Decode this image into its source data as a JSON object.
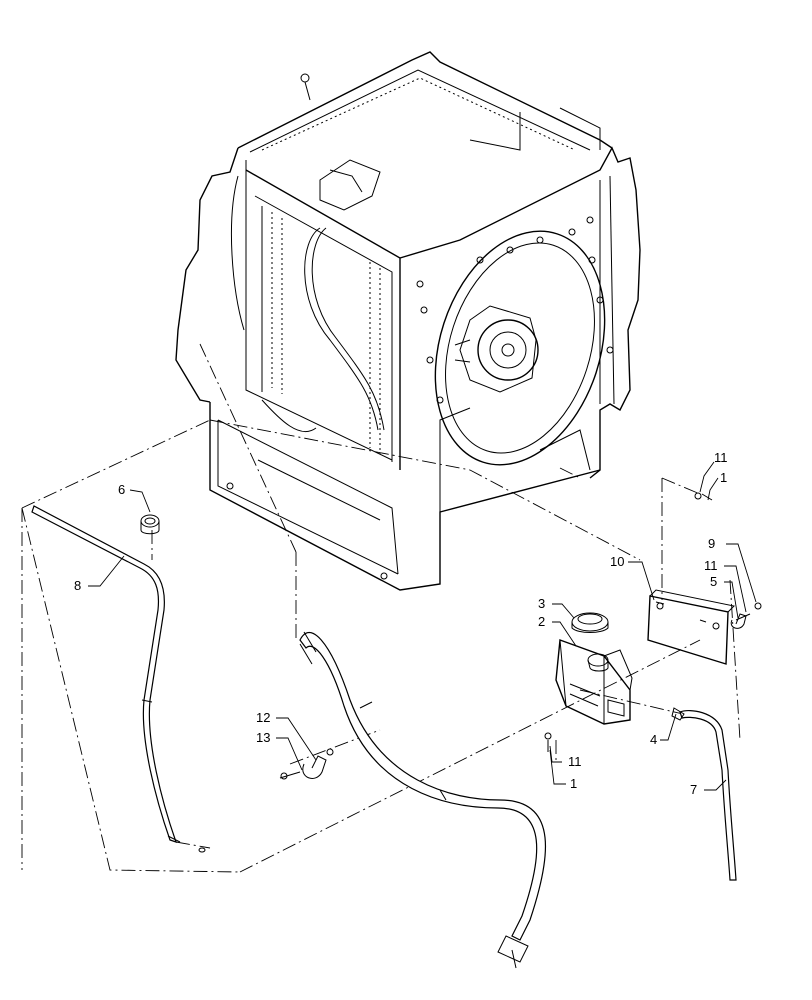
{
  "callouts": [
    {
      "id": "c11a",
      "label": "11"
    },
    {
      "id": "c1a",
      "label": "1"
    },
    {
      "id": "c6",
      "label": "6"
    },
    {
      "id": "c8",
      "label": "8"
    },
    {
      "id": "c10",
      "label": "10"
    },
    {
      "id": "c9",
      "label": "9"
    },
    {
      "id": "c11b",
      "label": "11"
    },
    {
      "id": "c5",
      "label": "5"
    },
    {
      "id": "c3",
      "label": "3"
    },
    {
      "id": "c2",
      "label": "2"
    },
    {
      "id": "c12",
      "label": "12"
    },
    {
      "id": "c13",
      "label": "13"
    },
    {
      "id": "c4",
      "label": "4"
    },
    {
      "id": "c11c",
      "label": "11"
    },
    {
      "id": "c1b",
      "label": "1"
    },
    {
      "id": "c7",
      "label": "7"
    }
  ]
}
